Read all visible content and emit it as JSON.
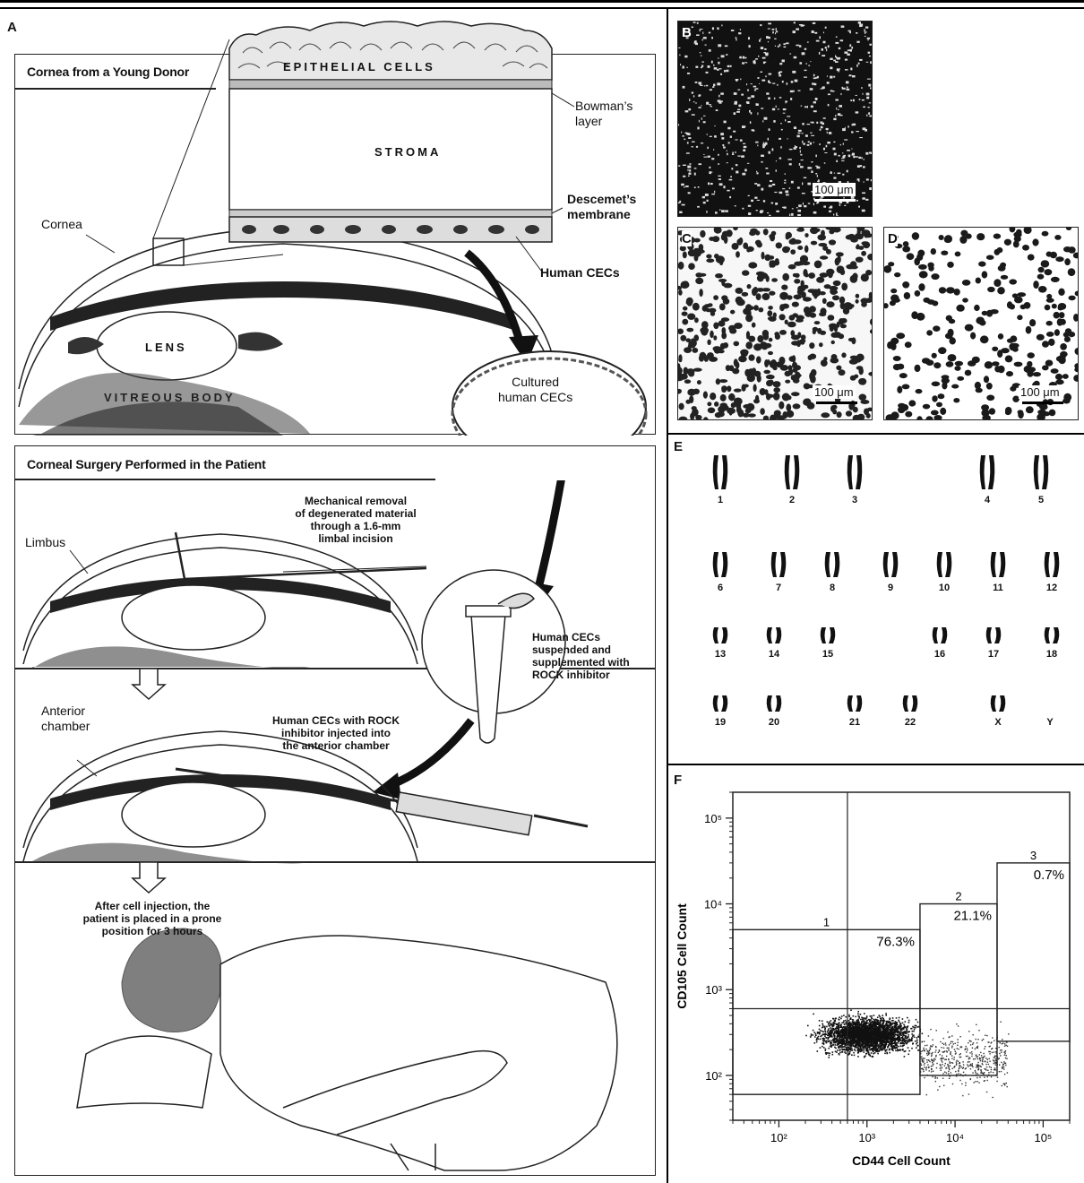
{
  "panels": {
    "A": "A",
    "B": "B",
    "C": "C",
    "D": "D",
    "E": "E",
    "F": "F"
  },
  "panel_a": {
    "donor_header": "Cornea from a Young Donor",
    "surgery_header": "Corneal Surgery Performed in the Patient",
    "epithelial": "EPITHELIAL CELLS",
    "stroma": "STROMA",
    "bowman": "Bowman’s\nlayer",
    "descemet": "Descemet’s\nmembrane",
    "human_cecs": "Human CECs",
    "cornea": "Cornea",
    "lens": "LENS",
    "lens2": "",
    "vitreous": "VITREOUS BODY",
    "cultured": "Cultured\nhuman CECs",
    "limbus": "Limbus",
    "mechanical": "Mechanical removal\nof degenerated material\nthrough a 1.6-mm\nlimbal incision",
    "suspended": "Human CECs\nsuspended and\nsupplemented with\nROCK inhibitor",
    "anterior": "Anterior\nchamber",
    "injected": "Human CECs with ROCK\ninhibitor injected into\nthe anterior chamber",
    "after": "After cell injection, the\npatient is placed in a prone\nposition for 3 hours"
  },
  "micrographs": {
    "scale_label": "100 μm"
  },
  "karyotype": [
    {
      "label": "1"
    },
    {
      "label": "2"
    },
    {
      "label": "3"
    },
    {
      "label": "4"
    },
    {
      "label": "5"
    },
    {
      "label": "6"
    },
    {
      "label": "7"
    },
    {
      "label": "8"
    },
    {
      "label": "9"
    },
    {
      "label": "10"
    },
    {
      "label": "11"
    },
    {
      "label": "12"
    },
    {
      "label": "13"
    },
    {
      "label": "14"
    },
    {
      "label": "15"
    },
    {
      "label": "16"
    },
    {
      "label": "17"
    },
    {
      "label": "18"
    },
    {
      "label": "19"
    },
    {
      "label": "20"
    },
    {
      "label": "21"
    },
    {
      "label": "22"
    },
    {
      "label": "X"
    },
    {
      "label": "Y"
    }
  ],
  "chart_data": {
    "type": "scatter",
    "xlabel": "CD44 Cell Count",
    "ylabel": "CD105 Cell Count",
    "x_scale": "log",
    "y_scale": "log",
    "x_ticks": [
      "10²",
      "10³",
      "10⁴",
      "10⁵"
    ],
    "y_ticks": [
      "10²",
      "10³",
      "10⁴",
      "10⁵"
    ],
    "xlim": [
      30,
      200000
    ],
    "ylim": [
      30,
      200000
    ],
    "gates": [
      {
        "name": "1",
        "percent": "76.3%",
        "x_range": [
          30,
          4000
        ],
        "y_range": [
          60,
          5000
        ]
      },
      {
        "name": "2",
        "percent": "21.1%",
        "x_range": [
          4000,
          30000
        ],
        "y_range": [
          100,
          10000
        ]
      },
      {
        "name": "3",
        "percent": "0.7%",
        "x_range": [
          30000,
          200000
        ],
        "y_range": [
          250,
          30000
        ]
      }
    ],
    "quadrant_lines": {
      "x": 600,
      "y": 600
    },
    "population": {
      "center_x": 1000,
      "center_y": 300,
      "spread_log": 0.35
    }
  }
}
